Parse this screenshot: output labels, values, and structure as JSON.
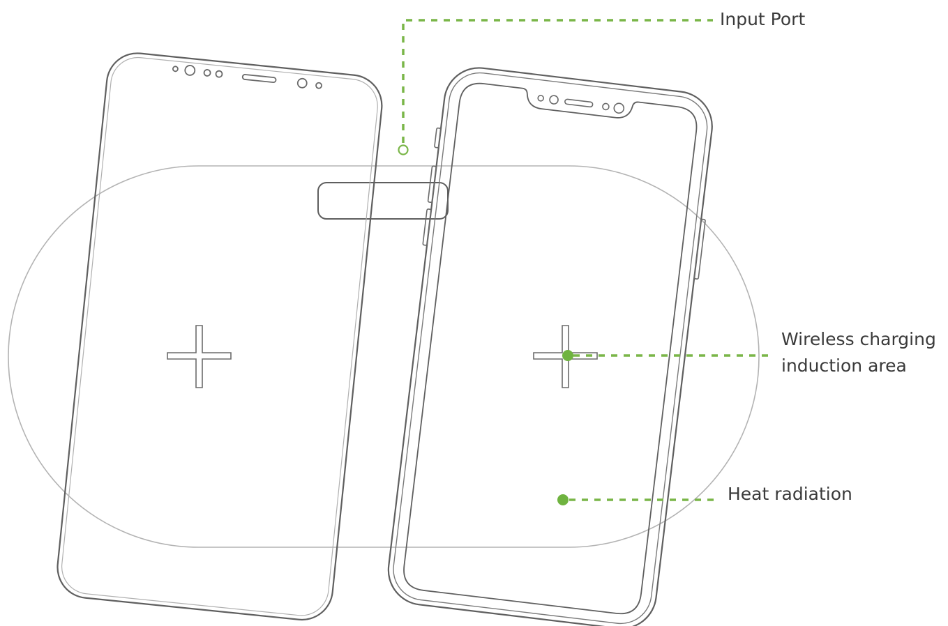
{
  "colors": {
    "outline": "#6b6b6b",
    "outline_light": "#a8a8a8",
    "callout": "#7ab648",
    "callout_dot": "#6fb33f",
    "text": "#3a3a3a",
    "background": "#ffffff"
  },
  "callouts": {
    "input_port": {
      "label": "Input Port"
    },
    "wireless_area": {
      "label_line1": "Wireless charging",
      "label_line2": "induction area"
    },
    "heat_radiation": {
      "label": "Heat radiation"
    }
  },
  "icons": {
    "left_pad_marker": "plus-cross-icon",
    "right_pad_marker": "plus-cross-icon"
  }
}
